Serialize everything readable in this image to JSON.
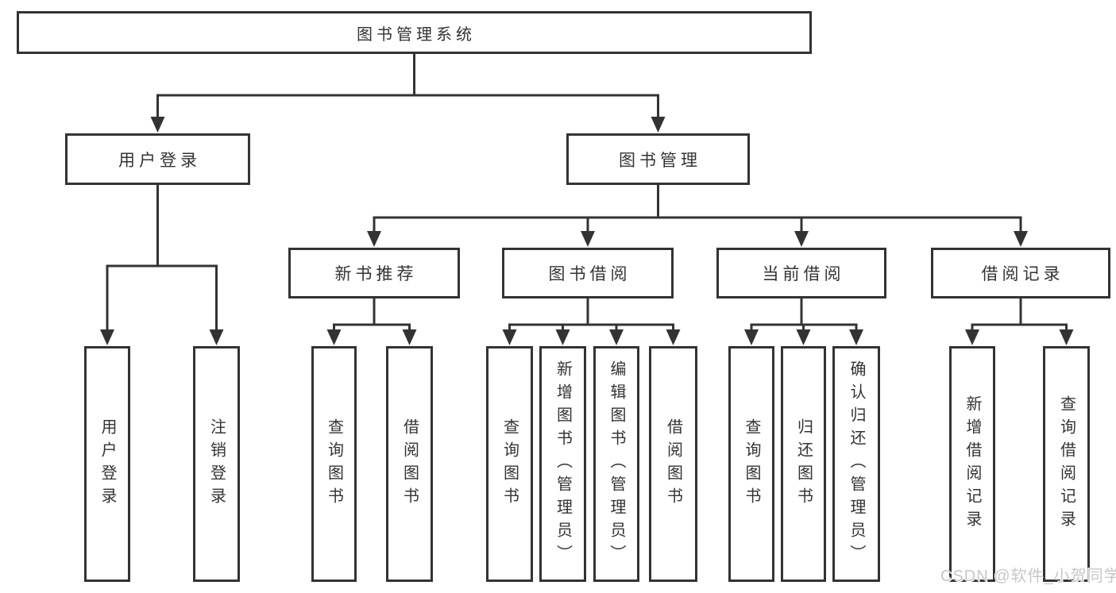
{
  "diagram": {
    "colors": {
      "line": "#333333",
      "text": "#333333",
      "background": "#ffffff",
      "watermark": "#c7c7c7"
    },
    "root": {
      "label": "图书管理系统"
    },
    "branches": [
      {
        "label": "用户登录",
        "children": [
          {
            "label": "用户登录"
          },
          {
            "label": "注销登录"
          }
        ]
      },
      {
        "label": "图书管理",
        "children": [
          {
            "label": "新书推荐",
            "children": [
              {
                "label": "查询图书"
              },
              {
                "label": "借阅图书"
              }
            ]
          },
          {
            "label": "图书借阅",
            "children": [
              {
                "label": "查询图书"
              },
              {
                "label": "新增图书（管理员）"
              },
              {
                "label": "编辑图书（管理员）"
              },
              {
                "label": "借阅图书"
              }
            ]
          },
          {
            "label": "当前借阅",
            "children": [
              {
                "label": "查询图书"
              },
              {
                "label": "归还图书"
              },
              {
                "label": "确认归还（管理员）"
              }
            ]
          },
          {
            "label": "借阅记录",
            "children": [
              {
                "label": "新增借阅记录"
              },
              {
                "label": "查询借阅记录"
              }
            ]
          }
        ]
      }
    ]
  },
  "watermark": {
    "text": "CSDN @软件_小贺同学"
  }
}
